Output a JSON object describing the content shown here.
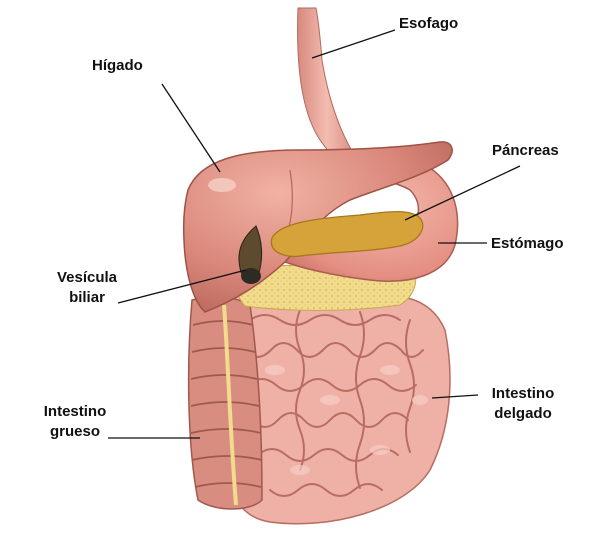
{
  "colors": {
    "background": "#ffffff",
    "liver": "#d9877a",
    "stomach": "#e48f82",
    "pancreas": "#d6a33a",
    "gallbladder": "#2e2a24",
    "small_intestine": "#efb0a6",
    "large_intestine": "#d98d80",
    "mesentery_fat": "#f0dc8c",
    "leader_line": "#111111"
  },
  "labels": {
    "esofago": "Esofago",
    "higado": "Hígado",
    "pancreas": "Páncreas",
    "estomago": "Estómago",
    "vesicula_line1": "Vesícula",
    "vesicula_line2": "biliar",
    "intestino_grueso_line1": "Intestino",
    "intestino_grueso_line2": "grueso",
    "intestino_delgado_line1": "Intestino",
    "intestino_delgado_line2": "delgado"
  }
}
